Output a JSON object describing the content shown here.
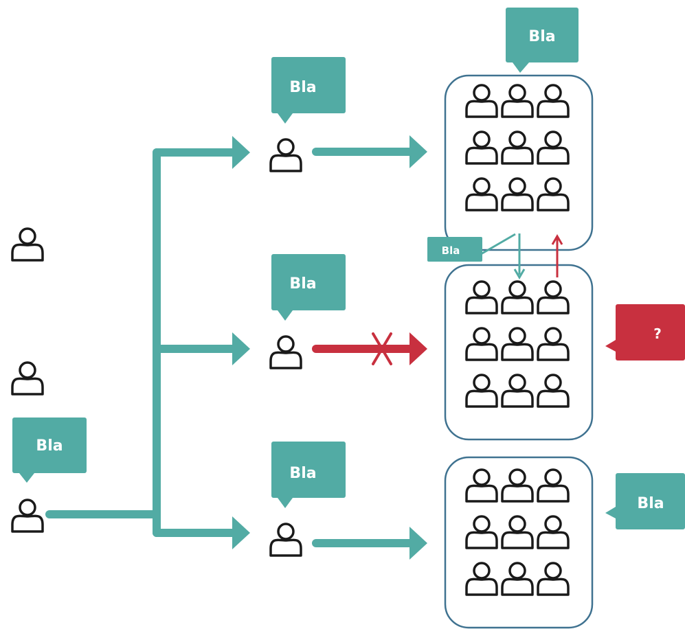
{
  "colors": {
    "teal": "#52ABA4",
    "red": "#C8303F",
    "group_border": "#3F7290",
    "person_stroke": "#1a1a1a"
  },
  "icons": {
    "person": "person-icon",
    "blocked": "x-mark-icon"
  },
  "bubbles": {
    "source_person": "Bla",
    "top_person": "Bla",
    "middle_person": "Bla",
    "bottom_person": "Bla",
    "top_group": "Bla",
    "between_groups": "Bla",
    "middle_group": "?",
    "bottom_group": "Bla"
  }
}
